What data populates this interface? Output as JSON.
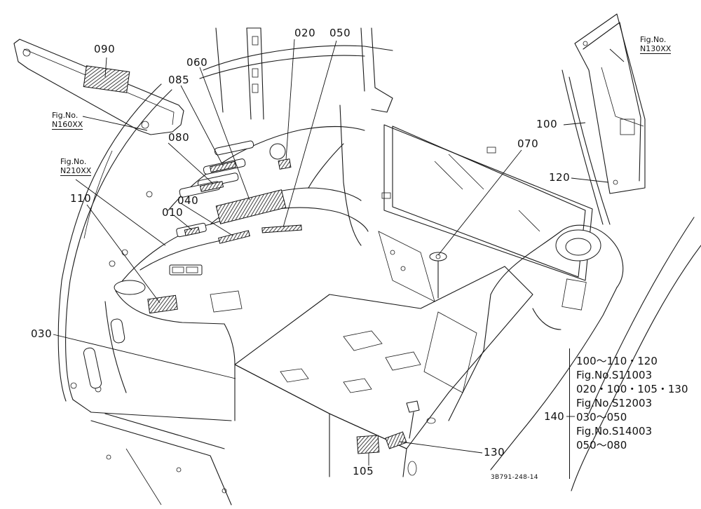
{
  "labels": {
    "p090": "090",
    "p020": "020",
    "p050": "050",
    "p060": "060",
    "p085": "085",
    "p080": "080",
    "p070": "070",
    "p100": "100",
    "p120": "120",
    "p110": "110",
    "p040": "040",
    "p010": "010",
    "p030": "030",
    "p105": "105",
    "p130": "130"
  },
  "fig_refs": {
    "n160": {
      "line1": "Fig.No.",
      "line2": "N160XX"
    },
    "n210": {
      "line1": "Fig.No.",
      "line2": "N210XX"
    },
    "n130": {
      "line1": "Fig.No.",
      "line2": "N130XX"
    }
  },
  "legend": {
    "id": "140",
    "lines": [
      "100～110・120",
      "Fig.No.S11003",
      "020・100・105・130",
      "Fig.No.S12003",
      "030～050",
      "Fig.No.S14003",
      "050～080"
    ]
  },
  "drawing_code": "3B791-248-14"
}
